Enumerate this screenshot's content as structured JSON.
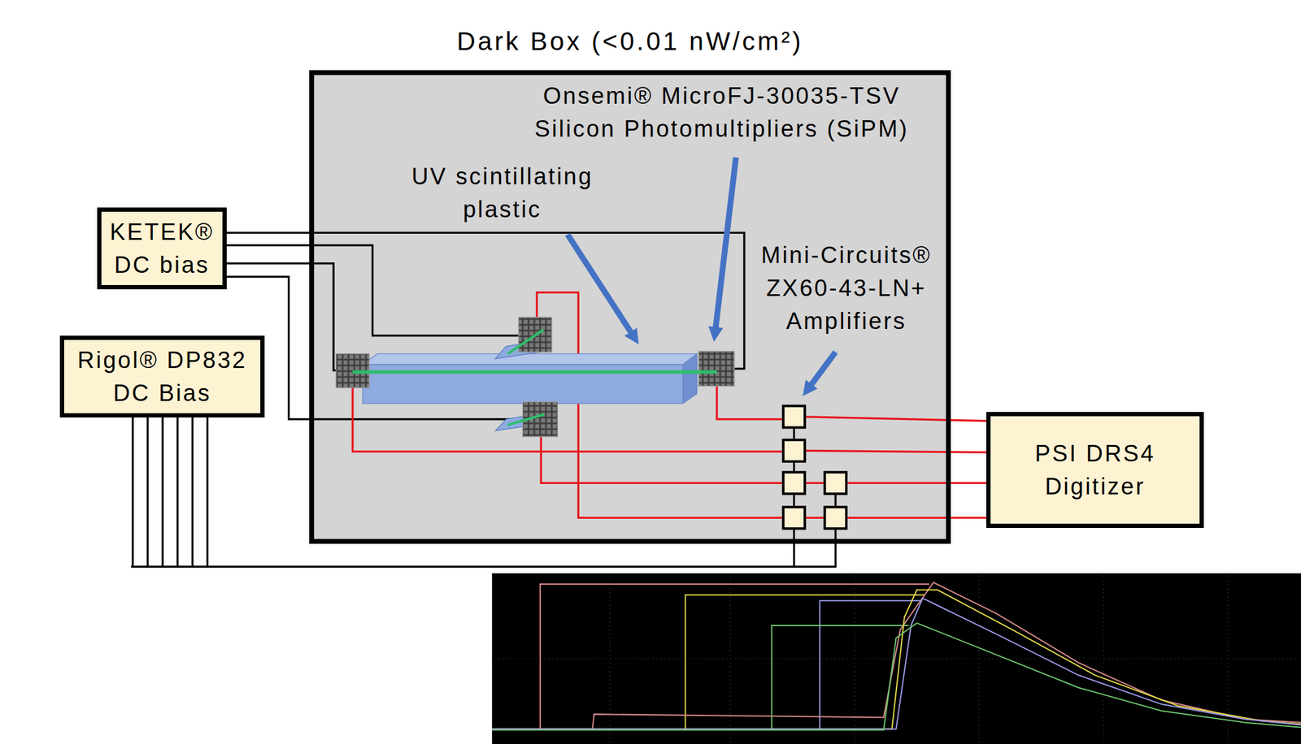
{
  "diagram": {
    "nodes": [
      {
        "text": [
          "Dark Box (<0.01 nW/cm²)"
        ]
      },
      {
        "text": [
          "KETEK® DC bias"
        ]
      },
      {
        "text": [
          "Rigol® DP832 DC Bias"
        ]
      },
      {
        "text": [
          "PSI DRS4 Digitizer"
        ]
      }
    ],
    "labels": [
      "Onsemi® MicroFJ-30035-TSV Silicon Photomultipliers (SiPM)",
      "UV scintillating plastic",
      "Mini-Circuits® ZX60-43-LN+ Amplifiers"
    ]
  }
}
